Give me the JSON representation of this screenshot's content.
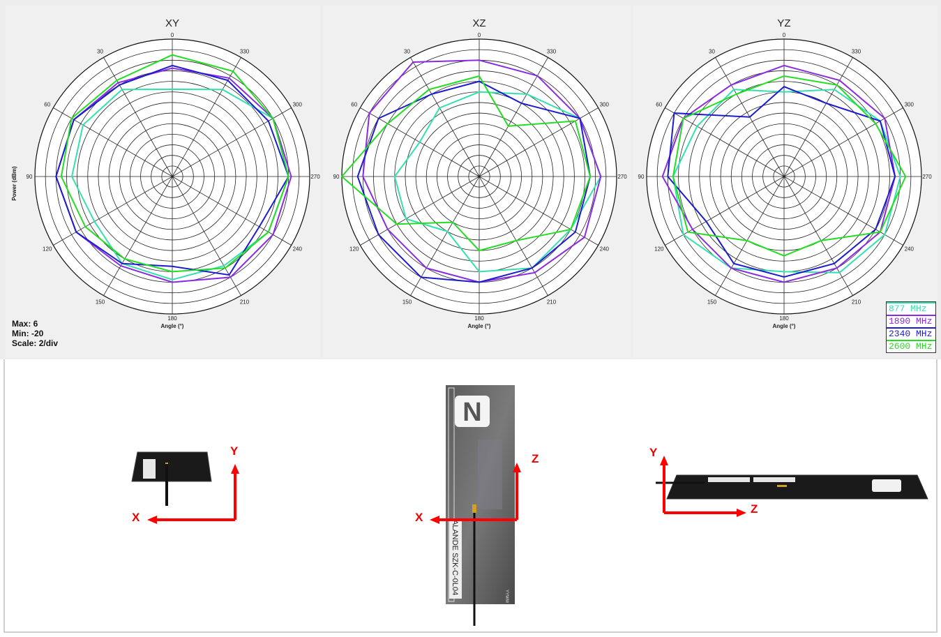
{
  "stats": {
    "max": "Max: 6",
    "min": "Min: -20",
    "scale": "Scale: 2/div"
  },
  "axis_titles": {
    "radial": "Power (dBm)",
    "angular": "Angle (°)"
  },
  "legend": [
    {
      "label": "877 MHz",
      "color": "#33e0b0"
    },
    {
      "label": "1890 MHz",
      "color": "#8a2be2"
    },
    {
      "label": "2340 MHz",
      "color": "#1c1ccc"
    },
    {
      "label": "2600 MHz",
      "color": "#22dd22"
    }
  ],
  "angle_labels": [
    "0",
    "30",
    "60",
    "90",
    "120",
    "150",
    "180",
    "210",
    "240",
    "270",
    "300",
    "330"
  ],
  "chart_data": [
    {
      "type": "polar-line",
      "title": "XY",
      "rlim": [
        -20,
        6
      ],
      "angles": [
        0,
        30,
        60,
        90,
        120,
        150,
        180,
        210,
        240,
        270,
        300,
        330
      ],
      "series": [
        {
          "name": "877 MHz",
          "values": [
            -3.5,
            -1,
            -0.5,
            -1,
            -3,
            -1,
            -0.5,
            -0.5,
            1,
            2,
            2,
            -1
          ]
        },
        {
          "name": "1890 MHz",
          "values": [
            0.5,
            0.5,
            1.5,
            2,
            1,
            -0.5,
            0,
            2,
            2,
            2.5,
            2,
            1.5
          ]
        },
        {
          "name": "2340 MHz",
          "values": [
            1,
            0,
            1.5,
            2,
            1,
            -1,
            -3,
            1.5,
            -1,
            2,
            1,
            1
          ]
        },
        {
          "name": "2600 MHz",
          "values": [
            3,
            1,
            2,
            1,
            -1,
            -2,
            -2,
            0,
            1,
            2,
            2,
            3
          ]
        }
      ]
    },
    {
      "type": "polar-line",
      "title": "XZ",
      "rlim": [
        -20,
        6
      ],
      "angles": [
        0,
        30,
        60,
        90,
        120,
        150,
        180,
        210,
        240,
        270,
        300,
        330
      ],
      "series": [
        {
          "name": "877 MHz",
          "values": [
            -4,
            -5,
            -7,
            -4,
            -4,
            -8,
            -2,
            0,
            0,
            3,
            2,
            -2
          ]
        },
        {
          "name": "1890 MHz",
          "values": [
            2,
            5,
            4,
            2,
            0,
            0,
            0,
            1,
            3,
            3,
            2,
            2
          ]
        },
        {
          "name": "2340 MHz",
          "values": [
            -2,
            -2,
            2,
            3,
            2,
            2,
            0,
            0,
            1,
            1,
            2,
            -4
          ]
        },
        {
          "name": "2600 MHz",
          "values": [
            -1,
            -1,
            0,
            6,
            -2,
            -10,
            -6,
            -6,
            0,
            1,
            1,
            -9
          ]
        }
      ]
    },
    {
      "type": "polar-line",
      "title": "YZ",
      "rlim": [
        -20,
        6
      ],
      "angles": [
        0,
        30,
        60,
        90,
        120,
        150,
        180,
        210,
        240,
        270,
        300,
        330
      ],
      "series": [
        {
          "name": "877 MHz",
          "values": [
            -4,
            -1,
            -1,
            1,
            2,
            0,
            -2,
            1,
            2,
            2,
            1,
            -1
          ]
        },
        {
          "name": "1890 MHz",
          "values": [
            1,
            0,
            2,
            3,
            0,
            0,
            0,
            0,
            1,
            1,
            2,
            1
          ]
        },
        {
          "name": "2340 MHz",
          "values": [
            -3,
            -7,
            4,
            2,
            -3,
            -1,
            -1,
            -1,
            0,
            1,
            1,
            -4
          ]
        },
        {
          "name": "2600 MHz",
          "values": [
            -1,
            -2,
            2,
            1,
            1,
            -6,
            -5,
            -6,
            1,
            3,
            0,
            0
          ]
        }
      ]
    }
  ],
  "pcb": {
    "label_text": "ALANDE  SZK-C-0L04",
    "date_code": "YYWW",
    "logo_letter": "N"
  },
  "axes_diagrams": [
    {
      "horizontal": "X",
      "vertical": "Y"
    },
    {
      "horizontal": "X",
      "vertical": "Z"
    },
    {
      "horizontal": "Z",
      "vertical": "Y"
    }
  ]
}
